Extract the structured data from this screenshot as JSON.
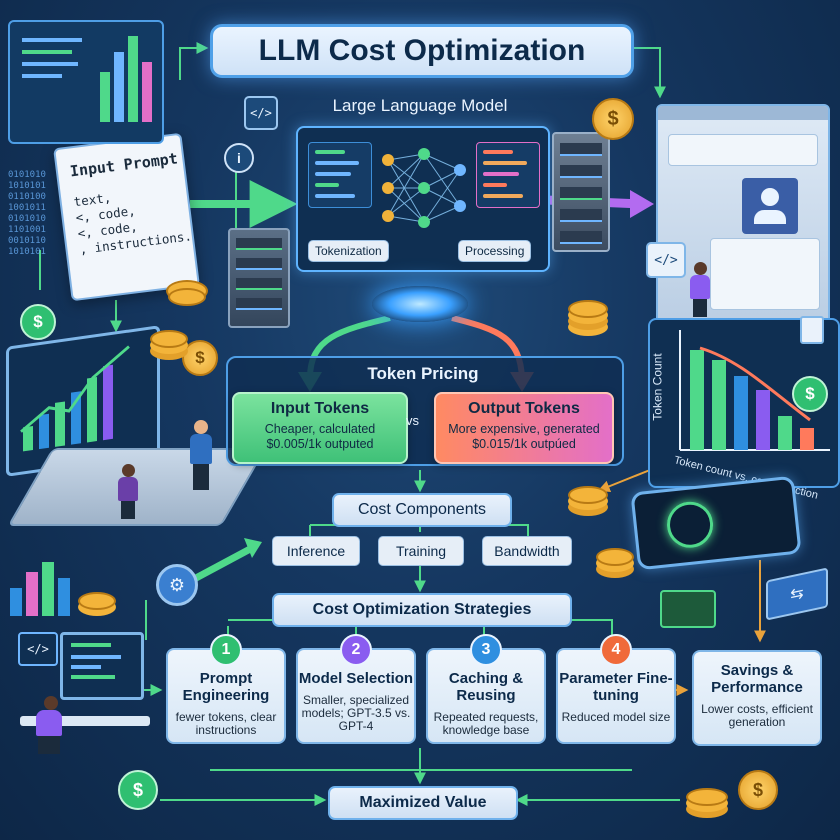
{
  "title": "LLM Cost Optimization",
  "llm": {
    "label": "Large Language Model",
    "tokenization_label": "Tokenization",
    "processing_label": "Processing"
  },
  "input_prompt": {
    "heading": "Input Prompt",
    "body": "text,\n<, code,\n<, code,\n, instructions."
  },
  "token_pricing": {
    "title": "Token Pricing",
    "vs": "vs",
    "input": {
      "title": "Input Tokens",
      "desc": "Cheaper, calculated",
      "price": "$0.005/1k outputed"
    },
    "output": {
      "title": "Output Tokens",
      "desc": "More expensive, generated",
      "price": "$0.015/1k outpúed"
    }
  },
  "cost_components": {
    "title": "Cost Components",
    "items": [
      "Inference",
      "Training",
      "Bandwidth"
    ]
  },
  "strategies": {
    "title": "Cost Optimization Strategies",
    "items": [
      {
        "number": "1",
        "title": "Prompt Engineering",
        "desc": "fewer tokens, clear instructions"
      },
      {
        "number": "2",
        "title": "Model Selection",
        "desc": "Smaller, specialized models; GPT-3.5 vs. GPT-4"
      },
      {
        "number": "3",
        "title": "Caching & Reusing",
        "desc": "Repeated requests, knowledge base"
      },
      {
        "number": "4",
        "title": "Parameter Fine-tuning",
        "desc": "Reduced model size"
      }
    ]
  },
  "savings": {
    "title": "Savings & Performance",
    "desc": "Lower costs, efficient generation"
  },
  "result": {
    "label": "Maximized Value"
  },
  "token_chart": {
    "ylabel": "Token Count",
    "caption": "Token count vs. cost reduction"
  },
  "icons": {
    "dollar": "$",
    "code": "</>",
    "info": "i"
  },
  "colors": {
    "background": "#153760",
    "accent_blue": "#4fa0e8",
    "input_green": "#4fd98a",
    "output_red": "#ff7a5c",
    "arrow_purple": "#b36bf0",
    "coin_gold": "#f3b43a",
    "badge_1": "#2fbf71",
    "badge_2": "#8a5cf0",
    "badge_3": "#2f8fe0",
    "badge_4": "#f06a3a"
  }
}
